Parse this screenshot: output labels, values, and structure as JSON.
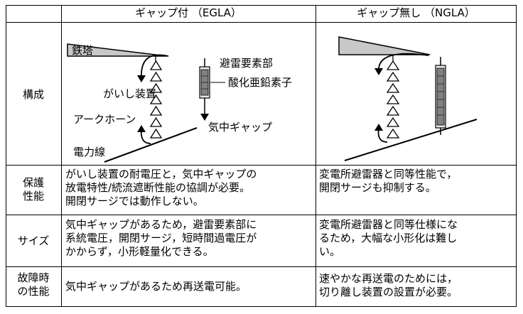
{
  "header": {
    "col_egla": "ギャップ付 （EGLA）",
    "col_ngla": "ギャップ無し （NGLA）"
  },
  "rows": {
    "structure": {
      "label": "構成",
      "diagram_labels": {
        "tower": "鉄塔",
        "arrester_element": "避雷要素部",
        "zinc_oxide": "酸化亜鉛素子",
        "insulator": "がいし装置",
        "arcing_horn": "アークホーン",
        "air_gap": "気中ギャップ",
        "power_line": "電力線"
      }
    },
    "protection": {
      "label_lines": [
        "保護",
        "性能"
      ],
      "egla_lines": [
        "がいし装置の耐電圧と，気中ギャップの",
        "放電特性/続流遮断性能の協調が必要。",
        "開閉サージでは動作しない。"
      ],
      "ngla_lines": [
        "変電所避雷器と同等性能で，",
        "開閉サージも抑制する。"
      ]
    },
    "size": {
      "label": "サイズ",
      "egla_lines": [
        "気中ギャップがあるため，避雷要素部に",
        "系統電圧，開閉サージ，短時間過電圧が",
        "かからず，小形軽量化できる。"
      ],
      "ngla_lines": [
        "変電所避雷器と同等仕様にな",
        "るため，大幅な小形化は難し",
        "い。"
      ]
    },
    "failure": {
      "label_lines": [
        "故障時",
        "の性能"
      ],
      "egla_lines": [
        "気中ギャップがあるため再送電可能。"
      ],
      "ngla_lines": [
        "速やかな再送電のためには，",
        "切り離し装置の設置が必要。"
      ]
    }
  },
  "colors": {
    "border": "#000000",
    "tower_fill": "#c8c8c8",
    "element_fill": "#808080"
  }
}
